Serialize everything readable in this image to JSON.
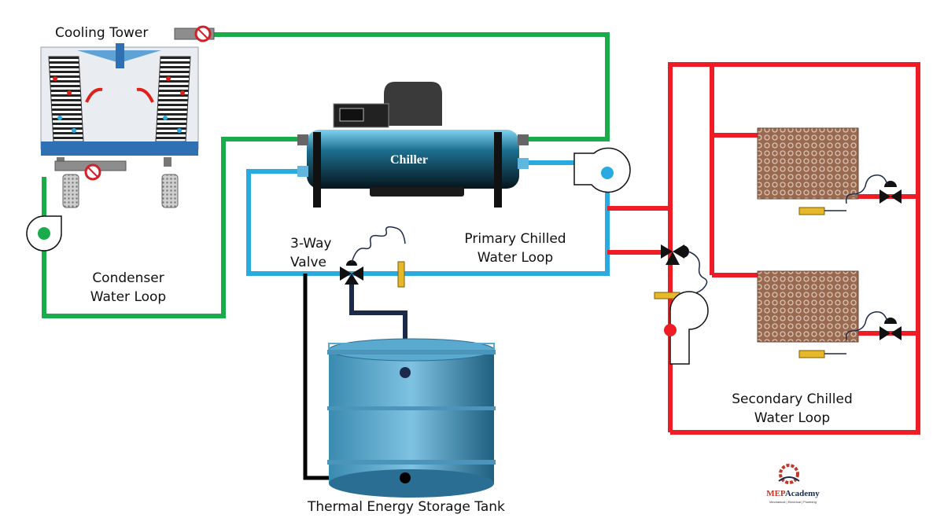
{
  "labels": {
    "cooling_tower": "Cooling Tower",
    "chiller": "Chiller",
    "condenser_loop": [
      "Condenser",
      "Water Loop"
    ],
    "three_way_valve": [
      "3-Way",
      "Valve"
    ],
    "primary_loop": [
      "Primary Chilled",
      "Water Loop"
    ],
    "secondary_loop": [
      "Secondary Chilled",
      "Water Loop"
    ],
    "storage_tank": "Thermal Energy Storage Tank"
  },
  "logo": {
    "name_part1": "MEP",
    "name_part2": "Academy",
    "tagline": "Mechanical | Electrical | Plumbing"
  },
  "colors": {
    "condenser_pipe": "#1aac4a",
    "primary_pipe": "#29abe2",
    "secondary_pipe": "#ee1c24",
    "tank_pipe": "#000000",
    "sensor_pipe": "#1b2a4a"
  }
}
